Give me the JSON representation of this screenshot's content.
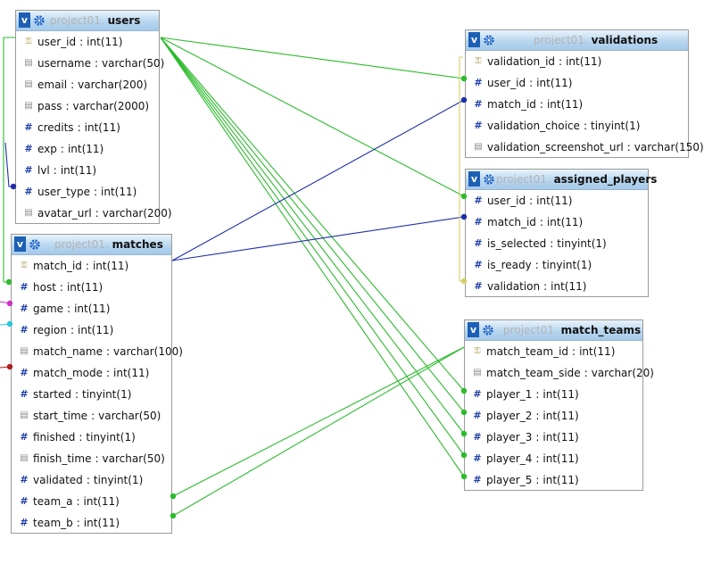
{
  "tables": {
    "users": {
      "db": "project01.",
      "name": "users",
      "toggle": "v",
      "fields": [
        {
          "icon": "key",
          "name": "user_id",
          "type": "int(11)"
        },
        {
          "icon": "text",
          "name": "username",
          "type": "varchar(50)"
        },
        {
          "icon": "text",
          "name": "email",
          "type": "varchar(200)"
        },
        {
          "icon": "text",
          "name": "pass",
          "type": "varchar(2000)"
        },
        {
          "icon": "hash",
          "name": "credits",
          "type": "int(11)"
        },
        {
          "icon": "hash",
          "name": "exp",
          "type": "int(11)"
        },
        {
          "icon": "hash",
          "name": "lvl",
          "type": "int(11)"
        },
        {
          "icon": "hash",
          "name": "user_type",
          "type": "int(11)"
        },
        {
          "icon": "text",
          "name": "avatar_url",
          "type": "varchar(200)"
        }
      ]
    },
    "matches": {
      "db": "project01.",
      "name": "matches",
      "toggle": "v",
      "fields": [
        {
          "icon": "key",
          "name": "match_id",
          "type": "int(11)"
        },
        {
          "icon": "hash",
          "name": "host",
          "type": "int(11)"
        },
        {
          "icon": "hash",
          "name": "game",
          "type": "int(11)"
        },
        {
          "icon": "hash",
          "name": "region",
          "type": "int(11)"
        },
        {
          "icon": "text",
          "name": "match_name",
          "type": "varchar(100)"
        },
        {
          "icon": "hash",
          "name": "match_mode",
          "type": "int(11)"
        },
        {
          "icon": "hash",
          "name": "started",
          "type": "tinyint(1)"
        },
        {
          "icon": "text",
          "name": "start_time",
          "type": "varchar(50)"
        },
        {
          "icon": "hash",
          "name": "finished",
          "type": "tinyint(1)"
        },
        {
          "icon": "text",
          "name": "finish_time",
          "type": "varchar(50)"
        },
        {
          "icon": "hash",
          "name": "validated",
          "type": "tinyint(1)"
        },
        {
          "icon": "hash",
          "name": "team_a",
          "type": "int(11)"
        },
        {
          "icon": "hash",
          "name": "team_b",
          "type": "int(11)"
        }
      ]
    },
    "validations": {
      "db": "project01.",
      "name": "validations",
      "toggle": "v",
      "fields": [
        {
          "icon": "key",
          "name": "validation_id",
          "type": "int(11)"
        },
        {
          "icon": "hash",
          "name": "user_id",
          "type": "int(11)"
        },
        {
          "icon": "hash",
          "name": "match_id",
          "type": "int(11)"
        },
        {
          "icon": "hash",
          "name": "validation_choice",
          "type": "tinyint(1)"
        },
        {
          "icon": "text",
          "name": "validation_screenshot_url",
          "type": "varchar(150)"
        }
      ]
    },
    "assigned_players": {
      "db": "project01.",
      "name": "assigned_players",
      "toggle": "v",
      "fields": [
        {
          "icon": "hash",
          "name": "user_id",
          "type": "int(11)"
        },
        {
          "icon": "hash",
          "name": "match_id",
          "type": "int(11)"
        },
        {
          "icon": "hash",
          "name": "is_selected",
          "type": "tinyint(1)"
        },
        {
          "icon": "hash",
          "name": "is_ready",
          "type": "tinyint(1)"
        },
        {
          "icon": "hash",
          "name": "validation",
          "type": "int(11)"
        }
      ]
    },
    "match_teams": {
      "db": "project01.",
      "name": "match_teams",
      "toggle": "v",
      "fields": [
        {
          "icon": "key",
          "name": "match_team_id",
          "type": "int(11)"
        },
        {
          "icon": "text",
          "name": "match_team_side",
          "type": "varchar(20)"
        },
        {
          "icon": "hash",
          "name": "player_1",
          "type": "int(11)"
        },
        {
          "icon": "hash",
          "name": "player_2",
          "type": "int(11)"
        },
        {
          "icon": "hash",
          "name": "player_3",
          "type": "int(11)"
        },
        {
          "icon": "hash",
          "name": "player_4",
          "type": "int(11)"
        },
        {
          "icon": "hash",
          "name": "player_5",
          "type": "int(11)"
        }
      ]
    }
  },
  "relations": [
    {
      "from": "validations.user_id",
      "to": "users.user_id",
      "color": "#2cbb2c"
    },
    {
      "from": "assigned_players.user_id",
      "to": "users.user_id",
      "color": "#2cbb2c"
    },
    {
      "from": "match_teams.player_1",
      "to": "users.user_id",
      "color": "#2cbb2c"
    },
    {
      "from": "match_teams.player_2",
      "to": "users.user_id",
      "color": "#2cbb2c"
    },
    {
      "from": "match_teams.player_3",
      "to": "users.user_id",
      "color": "#2cbb2c"
    },
    {
      "from": "match_teams.player_4",
      "to": "users.user_id",
      "color": "#2cbb2c"
    },
    {
      "from": "match_teams.player_5",
      "to": "users.user_id",
      "color": "#2cbb2c"
    },
    {
      "from": "matches.host",
      "to": "users.user_id",
      "color": "#2cbb2c"
    },
    {
      "from": "validations.match_id",
      "to": "matches.match_id",
      "color": "#1f2fa8"
    },
    {
      "from": "assigned_players.match_id",
      "to": "matches.match_id",
      "color": "#1f2fa8"
    },
    {
      "from": "users.user_type",
      "to": "external",
      "color": "#1f2fa8"
    },
    {
      "from": "matches.team_a",
      "to": "match_teams.match_team_id",
      "color": "#2cbb2c"
    },
    {
      "from": "matches.team_b",
      "to": "match_teams.match_team_id",
      "color": "#2cbb2c"
    },
    {
      "from": "assigned_players.validation",
      "to": "validations.validation_id",
      "color": "#d4cf6a"
    },
    {
      "from": "matches.game",
      "to": "external",
      "color": "#d02fc8"
    },
    {
      "from": "matches.region",
      "to": "external",
      "color": "#28c8d8"
    },
    {
      "from": "matches.match_mode",
      "to": "external",
      "color": "#b01c1c"
    }
  ]
}
